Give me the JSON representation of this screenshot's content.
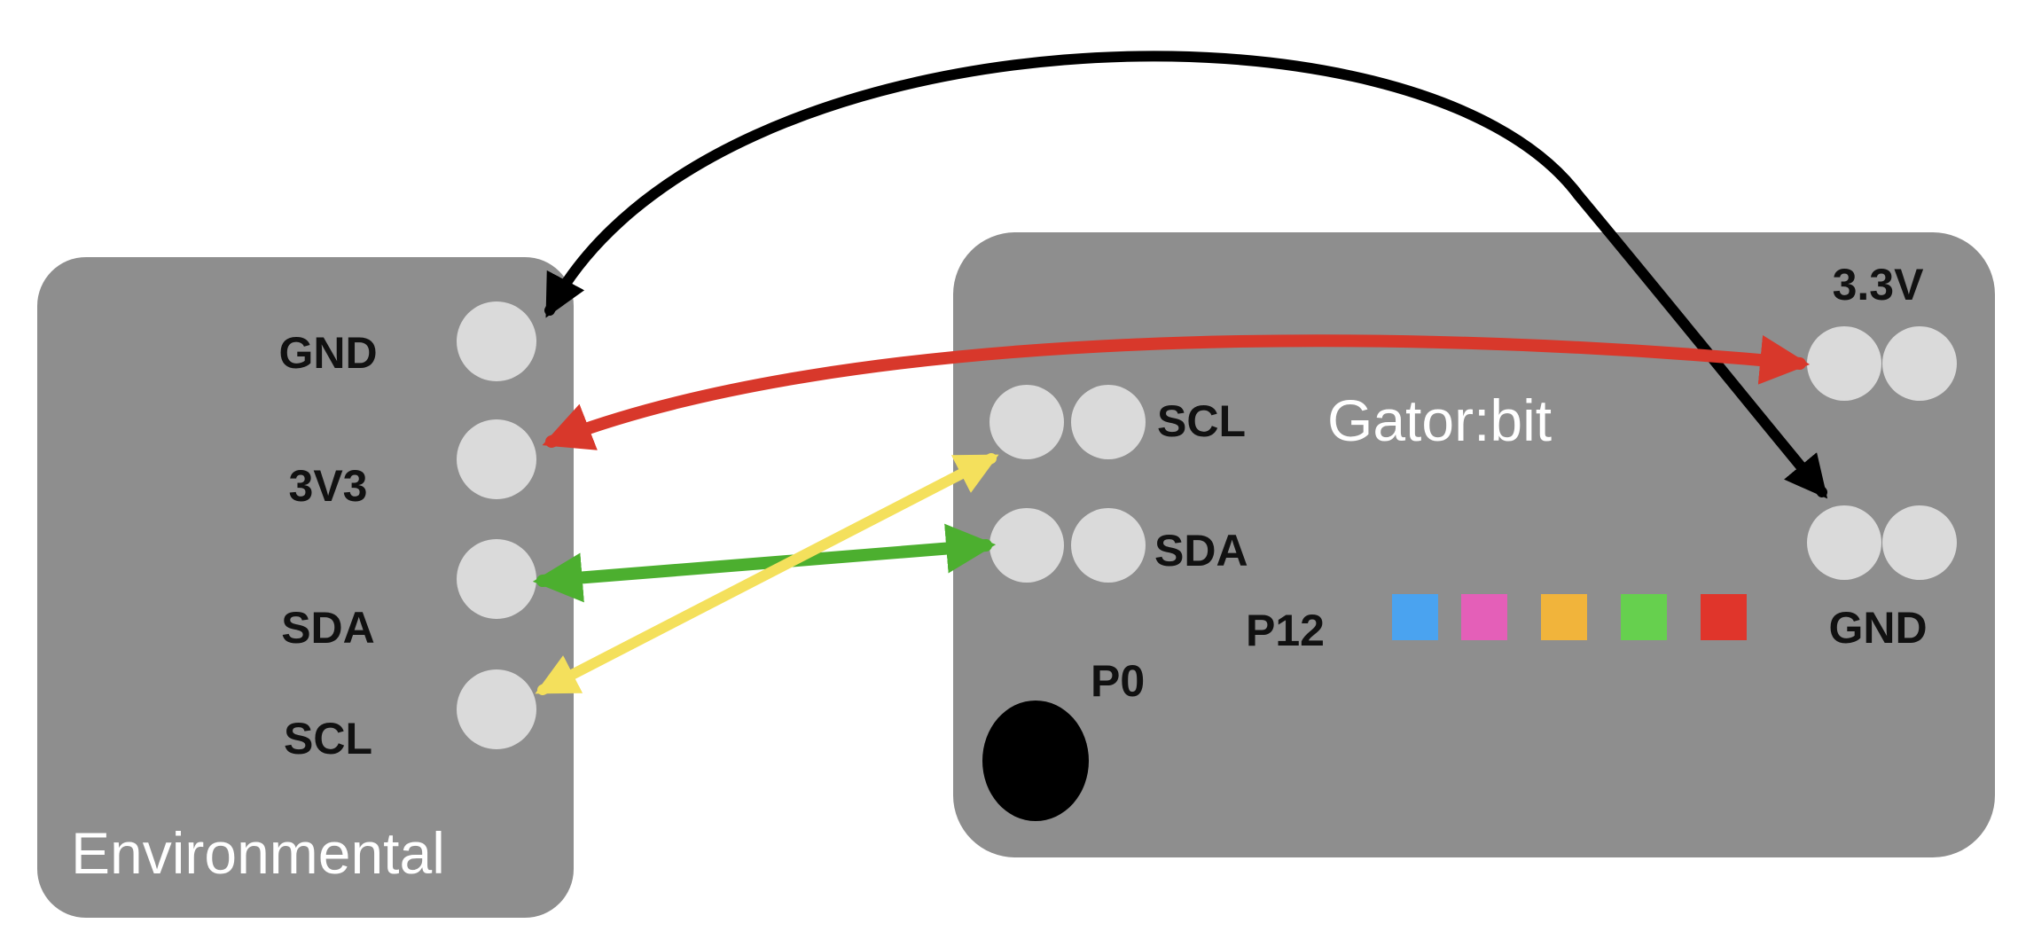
{
  "environmental": {
    "title": "Environmental",
    "pins": [
      "GND",
      "3V3",
      "SDA",
      "SCL"
    ]
  },
  "gatorbit": {
    "title": "Gator:bit",
    "labels": {
      "v33": "3.3V",
      "scl": "SCL",
      "sda": "SDA",
      "p12": "P12",
      "gnd": "GND",
      "p0": "P0"
    },
    "led_colors": [
      "#4aa3f0",
      "#e45fb8",
      "#f1b43b",
      "#66d04e",
      "#e0352b"
    ]
  },
  "wires": [
    {
      "from": "GND",
      "to": "GND",
      "color": "#000000"
    },
    {
      "from": "3V3",
      "to": "3.3V",
      "color": "#d8382b"
    },
    {
      "from": "SDA",
      "to": "SDA",
      "color": "#4caf2f"
    },
    {
      "from": "SCL",
      "to": "SCL",
      "color": "#f4e05c"
    }
  ]
}
